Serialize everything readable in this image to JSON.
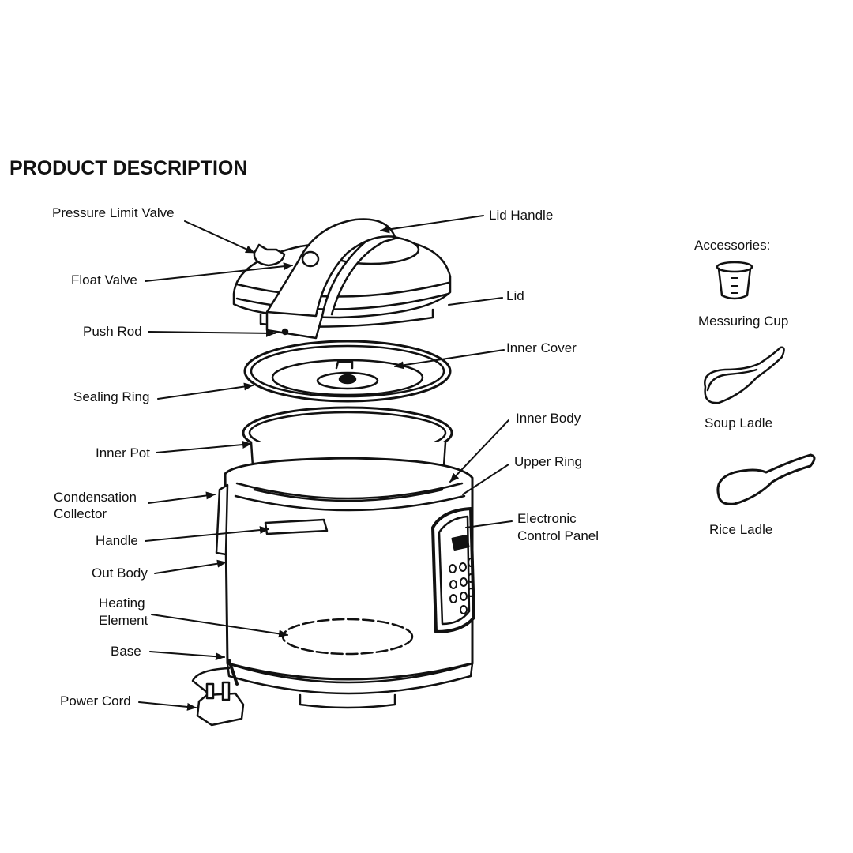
{
  "title": "PRODUCT DESCRIPTION",
  "labels": {
    "pressure_limit_valve": "Pressure Limit Valve",
    "float_valve": "Float Valve",
    "push_rod": "Push Rod",
    "sealing_ring": "Sealing Ring",
    "inner_pot": "Inner Pot",
    "condensation_collector_1": "Condensation",
    "condensation_collector_2": "Collector",
    "handle": "Handle",
    "out_body": "Out Body",
    "heating_element_1": "Heating",
    "heating_element_2": "Element",
    "base": "Base",
    "power_cord": "Power Cord",
    "lid_handle": "Lid Handle",
    "lid": "Lid",
    "inner_cover": "Inner Cover",
    "inner_body": "Inner Body",
    "upper_ring": "Upper Ring",
    "control_panel_1": "Electronic",
    "control_panel_2": "Control Panel"
  },
  "accessories": {
    "heading": "Accessories:",
    "items": [
      "Messuring Cup",
      "Soup Ladle",
      "Rice Ladle"
    ]
  },
  "colors": {
    "ink": "#111111",
    "background": "#ffffff"
  }
}
